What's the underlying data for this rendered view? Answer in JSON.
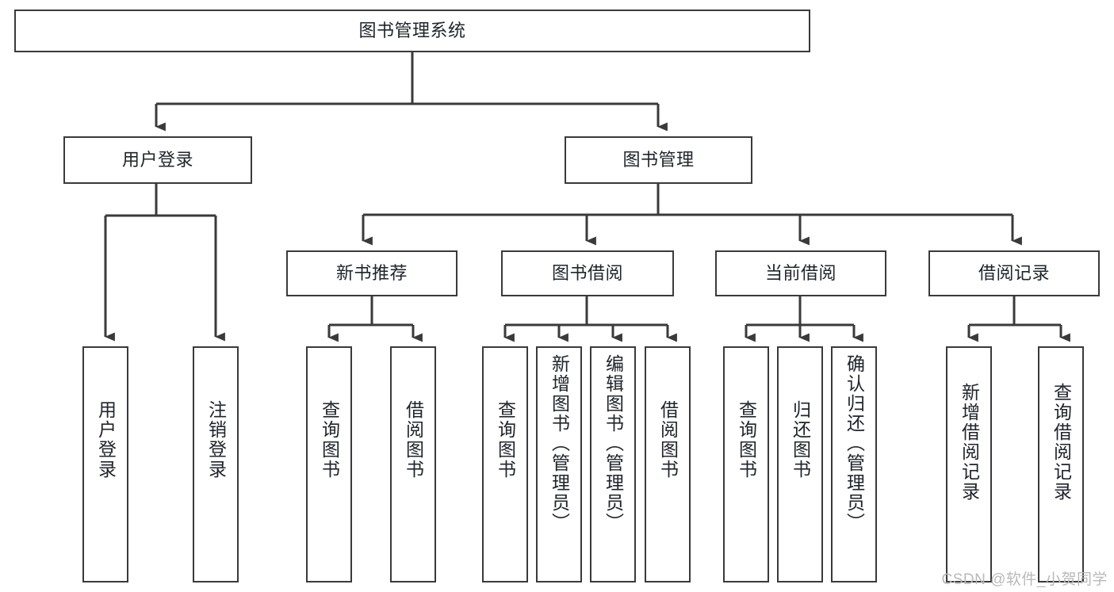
{
  "diagram": {
    "type": "tree-hierarchy",
    "title": "图书管理系统",
    "root": {
      "id": "root",
      "label": "图书管理系统"
    },
    "level1": [
      {
        "id": "user-login",
        "label": "用户登录"
      },
      {
        "id": "book-manage",
        "label": "图书管理"
      }
    ],
    "level2": [
      {
        "id": "new-book-rec",
        "label": "新书推荐",
        "parent": "book-manage"
      },
      {
        "id": "book-borrow",
        "label": "图书借阅",
        "parent": "book-manage"
      },
      {
        "id": "current-borrow",
        "label": "当前借阅",
        "parent": "book-manage"
      },
      {
        "id": "borrow-record",
        "label": "借阅记录",
        "parent": "book-manage"
      }
    ],
    "leaves": {
      "user_login": [
        {
          "id": "leaf-user-login",
          "label": "用户登录"
        },
        {
          "id": "leaf-logout",
          "label": "注销登录"
        }
      ],
      "new_book_rec": [
        {
          "id": "leaf-query-book-1",
          "label": "查询图书"
        },
        {
          "id": "leaf-borrow-book-1",
          "label": "借阅图书"
        }
      ],
      "book_borrow": [
        {
          "id": "leaf-query-book-2",
          "label": "查询图书"
        },
        {
          "id": "leaf-add-book",
          "label": "新增图书（管理员）"
        },
        {
          "id": "leaf-edit-book",
          "label": "编辑图书（管理员）"
        },
        {
          "id": "leaf-borrow-book-2",
          "label": "借阅图书"
        }
      ],
      "current_borrow": [
        {
          "id": "leaf-query-book-3",
          "label": "查询图书"
        },
        {
          "id": "leaf-return-book",
          "label": "归还图书"
        },
        {
          "id": "leaf-confirm-return",
          "label": "确认归还（管理员）"
        }
      ],
      "borrow_record": [
        {
          "id": "leaf-add-record",
          "label": "新增借阅记录"
        },
        {
          "id": "leaf-query-record",
          "label": "查询借阅记录"
        }
      ]
    }
  },
  "watermark": {
    "text": "CSDN @软件_小贺同学"
  },
  "colors": {
    "box_border": "#3a3a3a",
    "connector": "#3a3a3a",
    "text": "#20242b",
    "background": "#ffffff",
    "watermark": "#b9b9b9"
  }
}
